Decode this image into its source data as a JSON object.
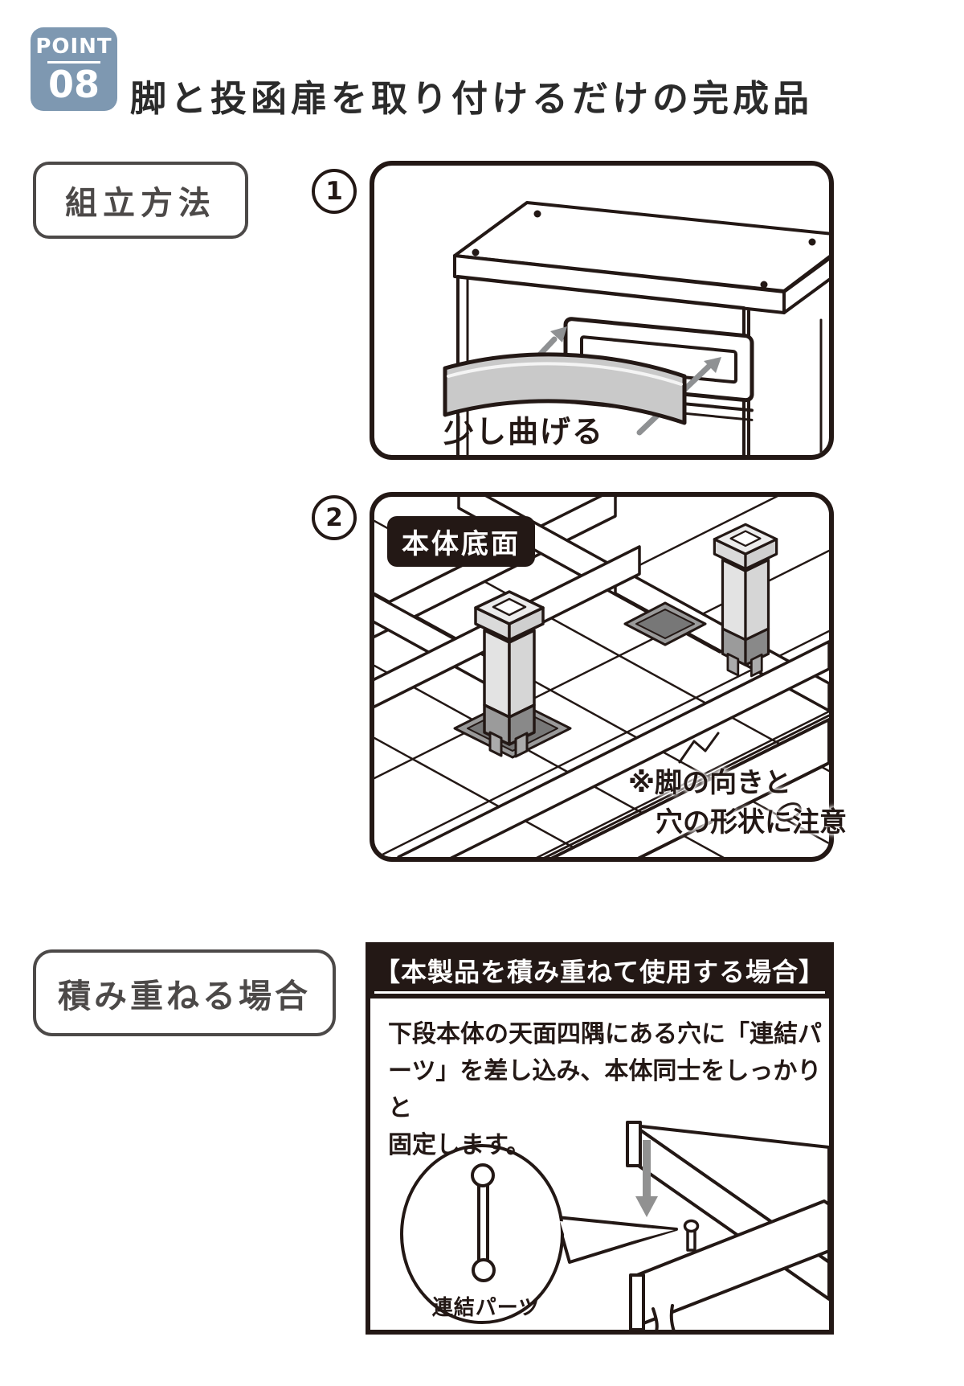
{
  "colors": {
    "accent_blue": "#7E98B1",
    "ink": "#231815",
    "part_gray": "#c9c9c9",
    "hole_gray": "#9a9a9a"
  },
  "header": {
    "badge_label": "POINT",
    "badge_number": "08",
    "title": "脚と投函扉を取り付けるだけの完成品"
  },
  "assembly": {
    "section_label": "組立方法",
    "step1": {
      "number": "1",
      "caption": "少し曲げる"
    },
    "step2": {
      "number": "2",
      "panel_label": "本体底面",
      "note_line1": "※脚の向きと",
      "note_line2": "穴の形状に注意"
    }
  },
  "stacking": {
    "section_label": "積み重ねる場合",
    "panel_title": "【本製品を積み重ねて使用する場合】",
    "body_line1": "下段本体の天面四隅にある穴に「連結パ",
    "body_line2": "ーツ」を差し込み、本体同士をしっかりと",
    "body_line3": "固定します。",
    "callout_label": "連結パーツ"
  }
}
